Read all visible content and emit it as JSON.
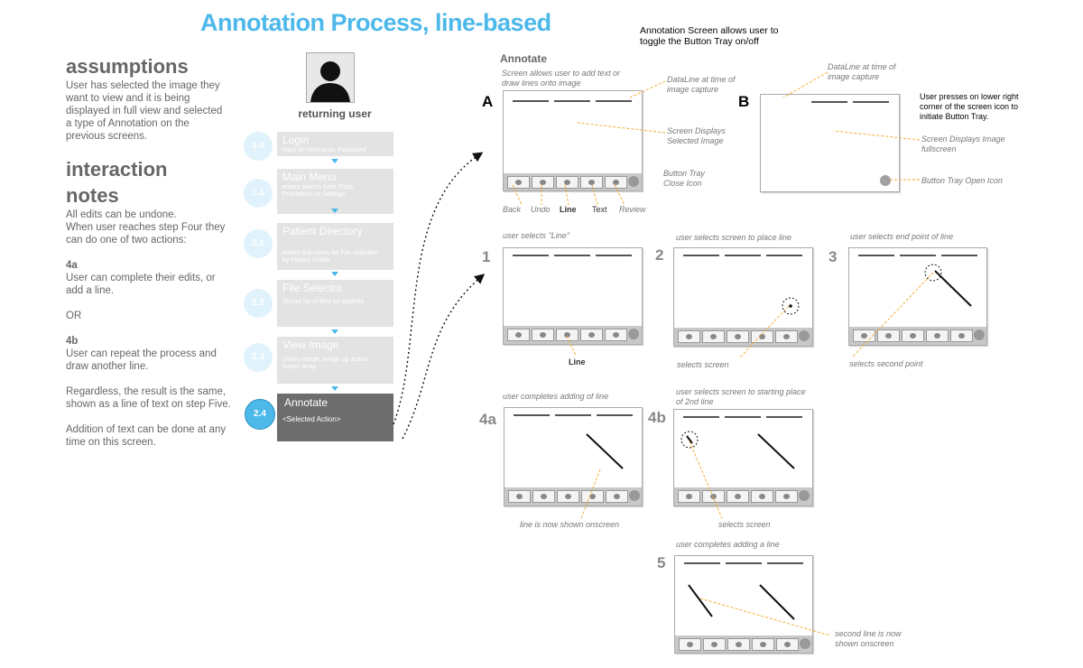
{
  "title": "Annotation Process, line-based",
  "top_note": "Annotation Screen allows user to toggle the Button Tray on/off",
  "left": {
    "assumptions_heading": "assumptions",
    "assumptions_text": "User has selected the image they want to view and it is being displayed in full view and selected a type of Annotation on the previous screens.",
    "interaction_heading_1": "interaction",
    "interaction_heading_2": "notes",
    "p1": "All edits can be undone.",
    "p2": "When user reaches step Four they",
    "p3": "can do one of two actions:",
    "a4_label": "4a",
    "a4_text": "User can complete their edits, or add a line.",
    "or": "OR",
    "b4_label": "4b",
    "b4_text": "User can repeat the process and draw another line.",
    "p_regardless": "Regardless, the result is the same, shown as a line of text on step Five.",
    "p_addition": "Addition of text can be done at any time on this screen."
  },
  "flow": {
    "user_label": "returning user",
    "steps": [
      {
        "num": "1.0",
        "title": "Login",
        "desc": "Input of Username, Password"
      },
      {
        "num": "1.1",
        "title": "Main Menu",
        "desc": "enters selects from: Files, Procedure, or Settings"
      },
      {
        "num": "2.1",
        "title": "Patient Directory",
        "desc": "enters sub-menu for File selection by Patient Folder"
      },
      {
        "num": "2.2",
        "title": "File Selector",
        "desc": "Shows list of files for patients"
      },
      {
        "num": "2.3",
        "title": "View Image",
        "desc": "shows image, brings up action button array"
      },
      {
        "num": "2.4",
        "title": "Annotate",
        "desc": "<Selected Action>"
      }
    ]
  },
  "screens": {
    "annotate_heading": "Annotate",
    "a_caption": "Screen allows user to add text or draw lines onto  image",
    "a_label": "A",
    "a_dataline": "DataLine at time of image capture",
    "a_display": "Screen Displays Selected Image",
    "a_tray": "Button Tray Close Icon",
    "tray_labels": [
      "Back",
      "Undo",
      "Line",
      "Text",
      "Review"
    ],
    "b_label": "B",
    "b_dataline": "DataLine at time of image capture",
    "b_note": "User presses on lower right corner of the screen icon to initiate Button Tray.",
    "b_display": "Screen Displays Image fullscreen",
    "b_icon": "Button Tray Open Icon",
    "s1_label": "1",
    "s1_caption": "user selects \"Line\"",
    "s1_below": "Line",
    "s2_label": "2",
    "s2_caption": "user selects screen to place line",
    "s2_below": "selects screen",
    "s3_label": "3",
    "s3_caption": "user selects end point of line",
    "s3_below": "selects second point",
    "s4a_label": "4a",
    "s4a_caption": "user completes adding of line",
    "s4a_below": "line is now shown onscreen",
    "s4b_label": "4b",
    "s4b_caption": "user selects screen to starting place of 2nd line",
    "s4b_below": "selects screen",
    "s5_label": "5",
    "s5_caption": "user completes adding a line",
    "s5_below": "second line is now shown onscreen"
  },
  "colors": {
    "accent": "#4db8ea",
    "annotation": "#f5a623",
    "active_step": "#6d6d6d"
  }
}
